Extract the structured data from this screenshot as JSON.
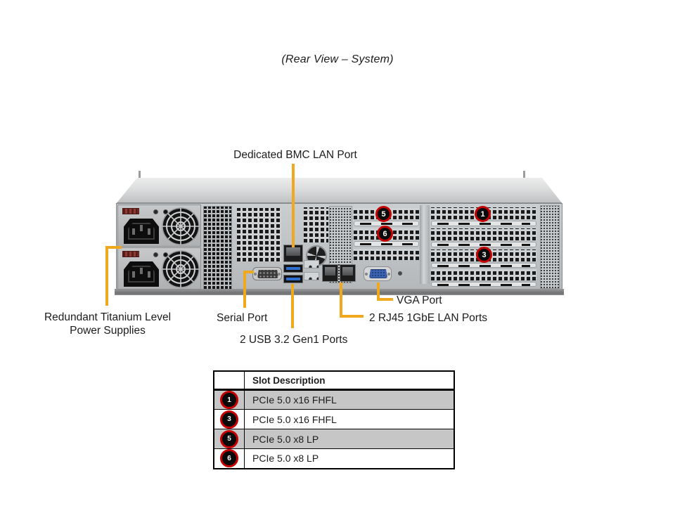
{
  "title": "(Rear View – System)",
  "labels": {
    "bmc": "Dedicated BMC LAN Port",
    "psu_line1": "Redundant Titanium Level",
    "psu_line2": "Power Supplies",
    "serial": "Serial Port",
    "usb": "2 USB 3.2 Gen1 Ports",
    "vga": "VGA Port",
    "lan": "2 RJ45 1GbE LAN Ports"
  },
  "chassis": {
    "slot_badges": {
      "s5": "5",
      "s6": "6",
      "s1": "1",
      "s3": "3"
    }
  },
  "table": {
    "header": "Slot Description",
    "rows": [
      {
        "num": "1",
        "desc": "PCIe 5.0 x16 FHFL"
      },
      {
        "num": "3",
        "desc": "PCIe 5.0 x16 FHFL"
      },
      {
        "num": "5",
        "desc": "PCIe 5.0 x8 LP"
      },
      {
        "num": "6",
        "desc": "PCIe 5.0 x8 LP"
      }
    ]
  },
  "colors": {
    "callout_line": "#F0A81E",
    "badge_ring": "#C40000",
    "badge_fill": "#0A0A0A",
    "table_row_shade": "#C6C6C6"
  }
}
